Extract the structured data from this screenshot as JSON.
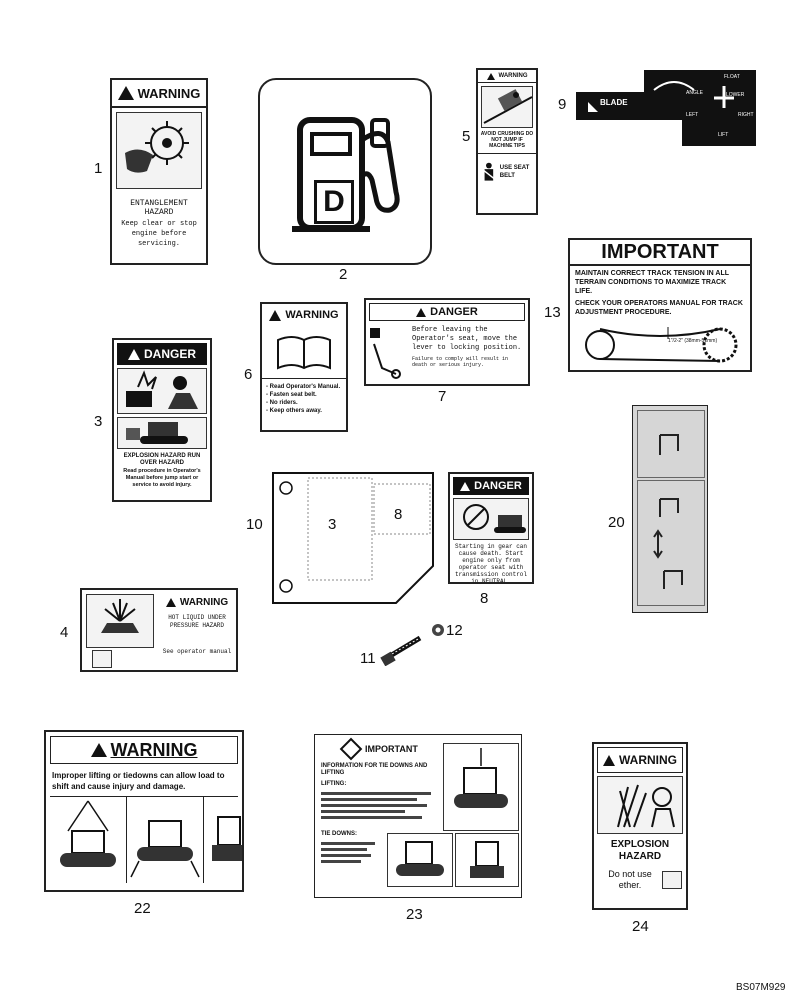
{
  "drawing_id": "BS07M929",
  "callouts": {
    "n1": "1",
    "n2": "2",
    "n3": "3",
    "n4": "4",
    "n5": "5",
    "n6": "6",
    "n7": "7",
    "n8": "8",
    "n9": "9",
    "n10": "10",
    "n11": "11",
    "n12": "12",
    "n13": "13",
    "n20": "20",
    "n22": "22",
    "n23": "23",
    "n24": "24",
    "plate_3": "3",
    "plate_8": "8"
  },
  "decal_1": {
    "signal": "WARNING",
    "title": "ENTANGLEMENT HAZARD",
    "body": "Keep clear or stop engine before servicing."
  },
  "decal_2": {
    "fuel_letter": "D"
  },
  "decal_3": {
    "signal": "DANGER",
    "title": "EXPLOSION HAZARD RUN OVER HAZARD",
    "body": "Read procedure in Operator's Manual before jump start or service to avoid injury."
  },
  "decal_4": {
    "signal": "WARNING",
    "title": "HOT LIQUID UNDER PRESSURE HAZARD",
    "body": "See operator manual"
  },
  "decal_5": {
    "signal": "WARNING",
    "text1": "AVOID CRUSHING DO NOT JUMP IF MACHINE TIPS",
    "text2": "USE SEAT BELT"
  },
  "decal_6": {
    "signal": "WARNING",
    "items": [
      "- Read Operator's Manual.",
      "- Fasten seat belt.",
      "- No riders.",
      "- Keep others away."
    ]
  },
  "decal_7": {
    "signal": "DANGER",
    "body": "Before leaving the Operator's seat, move the lever to locking position.",
    "footer": "Failure to comply will result in death or serious injury."
  },
  "decal_8": {
    "signal": "DANGER",
    "body": "Starting in gear can cause death. Start engine only from operator seat with transmission control in NEUTRAL."
  },
  "decal_9": {
    "blade": "BLADE",
    "labels": [
      "FLOAT",
      "ANGLE",
      "LOWER",
      "LEFT",
      "RIGHT",
      "LIFT"
    ]
  },
  "decal_13": {
    "title": "IMPORTANT",
    "line1": "MAINTAIN CORRECT TRACK TENSION IN ALL TERRAIN CONDITIONS TO MAXIMIZE TRACK LIFE.",
    "line2": "CHECK YOUR OPERATORS MANUAL FOR TRACK ADJUSTMENT PROCEDURE.",
    "measure": "1\"/2-2\" (38mm-51mm)"
  },
  "decal_22": {
    "signal": "WARNING",
    "body": "Improper lifting or tiedowns can allow load to shift and cause injury and damage."
  },
  "decal_23": {
    "signal": "IMPORTANT",
    "heading": "INFORMATION FOR TIE DOWNS AND LIFTING",
    "lifting": "LIFTING:",
    "tiedown": "TIE DOWNS:"
  },
  "decal_24": {
    "signal": "WARNING",
    "title": "EXPLOSION HAZARD",
    "body": "Do not use ether."
  },
  "colors": {
    "ink": "#111111",
    "paper": "#ffffff",
    "panel": "#eeeeee"
  }
}
